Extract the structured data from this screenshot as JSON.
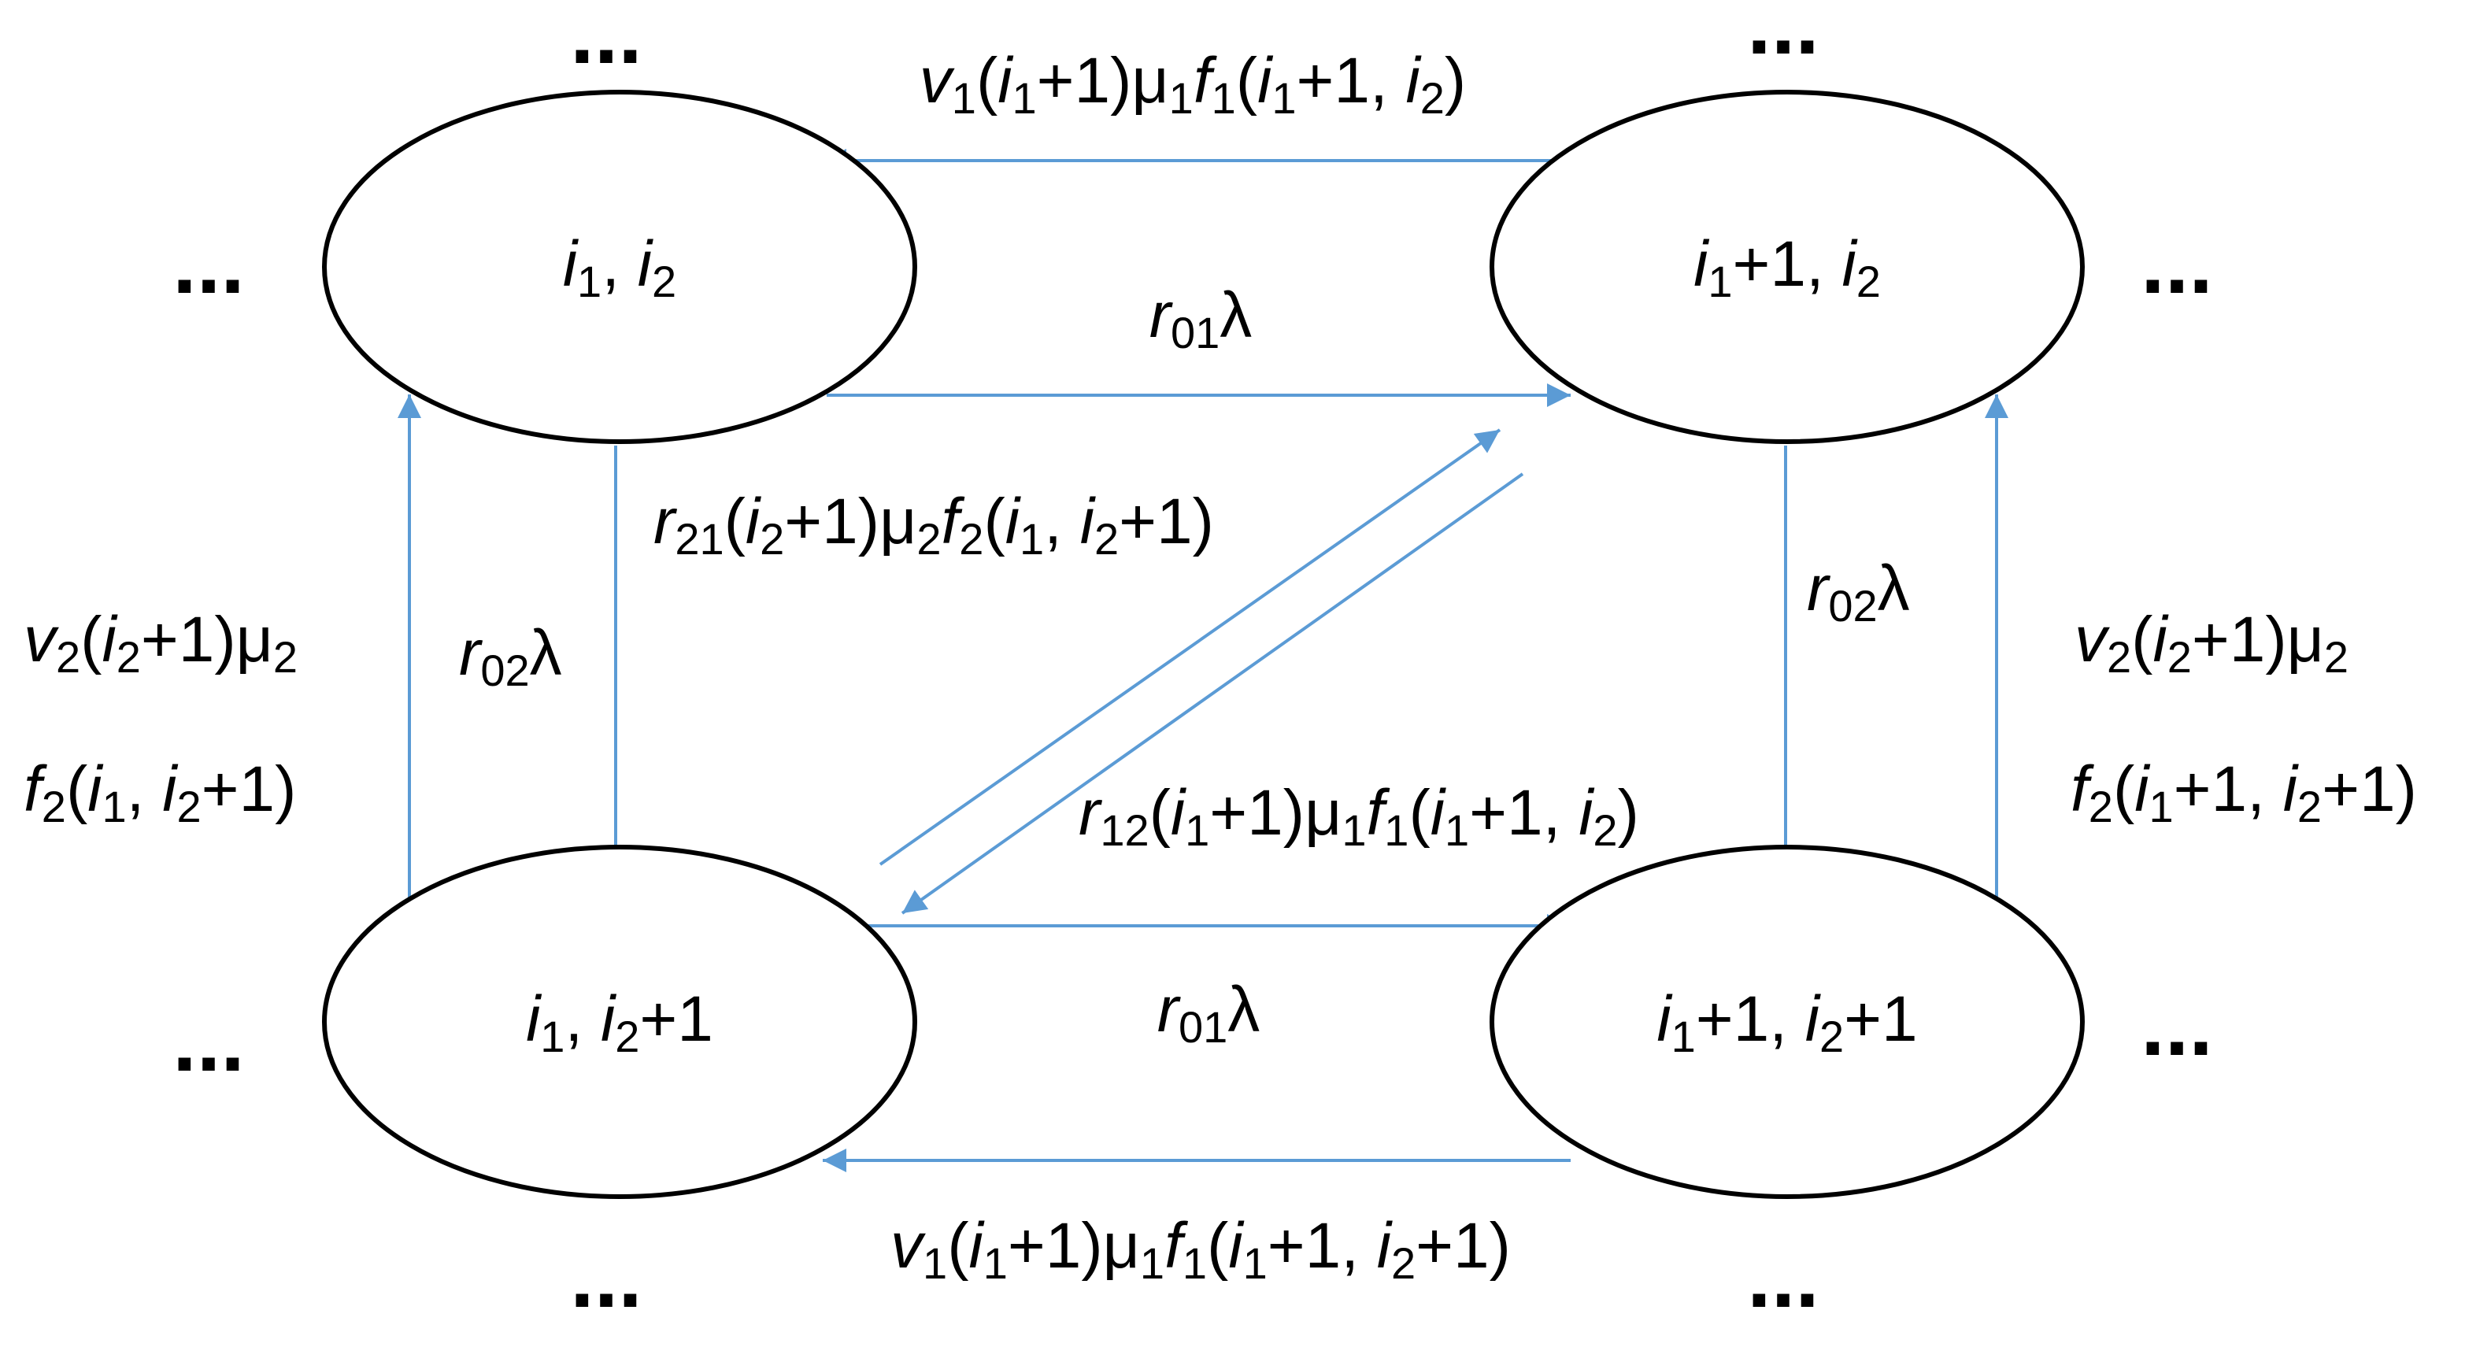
{
  "colors": {
    "edge": "#5b9bd5",
    "node_stroke": "#000000",
    "text": "#000000"
  },
  "nodes": [
    {
      "id": "n00",
      "text": [
        [
          "i",
          "it"
        ],
        [
          "1",
          "sub"
        ],
        [
          ", ",
          ""
        ],
        [
          "i",
          "it"
        ],
        [
          "2",
          "sub"
        ]
      ]
    },
    {
      "id": "n10",
      "text": [
        [
          "i",
          "it"
        ],
        [
          "1",
          "sub"
        ],
        [
          "+1, ",
          ""
        ],
        [
          "i",
          "it"
        ],
        [
          "2",
          "sub"
        ]
      ]
    },
    {
      "id": "n01",
      "text": [
        [
          "i",
          "it"
        ],
        [
          "1",
          "sub"
        ],
        [
          ", ",
          ""
        ],
        [
          "i",
          "it"
        ],
        [
          "2",
          "sub"
        ],
        [
          "+1",
          ""
        ]
      ]
    },
    {
      "id": "n11",
      "text": [
        [
          "i",
          "it"
        ],
        [
          "1",
          "sub"
        ],
        [
          "+1, ",
          ""
        ],
        [
          "i",
          "it"
        ],
        [
          "2",
          "sub"
        ],
        [
          "+1",
          ""
        ]
      ]
    }
  ],
  "edge_labels": {
    "top": [
      [
        "v",
        "it"
      ],
      [
        "1",
        "sub"
      ],
      [
        "(",
        ""
      ],
      [
        "i",
        "it"
      ],
      [
        "1",
        "sub"
      ],
      [
        "+1)μ",
        ""
      ],
      [
        "1",
        "sub"
      ],
      [
        "f",
        "it"
      ],
      [
        "1",
        "sub"
      ],
      [
        "(",
        ""
      ],
      [
        "i",
        "it"
      ],
      [
        "1",
        "sub"
      ],
      [
        "+1, ",
        ""
      ],
      [
        "i",
        "it"
      ],
      [
        "2",
        "sub"
      ],
      [
        ")",
        ""
      ]
    ],
    "r01_top": [
      [
        "r",
        "it"
      ],
      [
        "01",
        "sub"
      ],
      [
        "λ",
        ""
      ]
    ],
    "r21": [
      [
        "r",
        "it"
      ],
      [
        "21",
        "sub"
      ],
      [
        "(",
        ""
      ],
      [
        "i",
        "it"
      ],
      [
        "2",
        "sub"
      ],
      [
        "+1)μ",
        ""
      ],
      [
        "2",
        "sub"
      ],
      [
        "f",
        "it"
      ],
      [
        "2",
        "sub"
      ],
      [
        "(",
        ""
      ],
      [
        "i",
        "it"
      ],
      [
        "1",
        "sub"
      ],
      [
        ", ",
        ""
      ],
      [
        "i",
        "it"
      ],
      [
        "2",
        "sub"
      ],
      [
        "+1)",
        ""
      ]
    ],
    "r02_left": [
      [
        "r",
        "it"
      ],
      [
        "02",
        "sub"
      ],
      [
        "λ",
        ""
      ]
    ],
    "r02_right": [
      [
        "r",
        "it"
      ],
      [
        "02",
        "sub"
      ],
      [
        "λ",
        ""
      ]
    ],
    "left_line1": [
      [
        "v",
        "it"
      ],
      [
        "2",
        "sub"
      ],
      [
        "(",
        ""
      ],
      [
        "i",
        "it"
      ],
      [
        "2",
        "sub"
      ],
      [
        "+1)μ",
        ""
      ],
      [
        "2",
        "sub"
      ]
    ],
    "left_line2": [
      [
        "f",
        "it"
      ],
      [
        "2",
        "sub"
      ],
      [
        "(",
        ""
      ],
      [
        "i",
        "it"
      ],
      [
        "1",
        "sub"
      ],
      [
        ", ",
        ""
      ],
      [
        "i",
        "it"
      ],
      [
        "2",
        "sub"
      ],
      [
        "+1)",
        ""
      ]
    ],
    "right_line1": [
      [
        "v",
        "it"
      ],
      [
        "2",
        "sub"
      ],
      [
        "(",
        ""
      ],
      [
        "i",
        "it"
      ],
      [
        "2",
        "sub"
      ],
      [
        "+1)μ",
        ""
      ],
      [
        "2",
        "sub"
      ]
    ],
    "right_line2": [
      [
        "f",
        "it"
      ],
      [
        "2",
        "sub"
      ],
      [
        "(",
        ""
      ],
      [
        "i",
        "it"
      ],
      [
        "1",
        "sub"
      ],
      [
        "+1, ",
        ""
      ],
      [
        "i",
        "it"
      ],
      [
        "2",
        "sub"
      ],
      [
        "+1)",
        ""
      ]
    ],
    "r12": [
      [
        "r",
        "it"
      ],
      [
        "12",
        "sub"
      ],
      [
        "(",
        ""
      ],
      [
        "i",
        "it"
      ],
      [
        "1",
        "sub"
      ],
      [
        "+1)μ",
        ""
      ],
      [
        "1",
        "sub"
      ],
      [
        "f",
        "it"
      ],
      [
        "1",
        "sub"
      ],
      [
        "(",
        ""
      ],
      [
        "i",
        "it"
      ],
      [
        "1",
        "sub"
      ],
      [
        "+1, ",
        ""
      ],
      [
        "i",
        "it"
      ],
      [
        "2",
        "sub"
      ],
      [
        ")",
        ""
      ]
    ],
    "r01_bottom": [
      [
        "r",
        "it"
      ],
      [
        "01",
        "sub"
      ],
      [
        "λ",
        ""
      ]
    ],
    "bottom": [
      [
        "v",
        "it"
      ],
      [
        "1",
        "sub"
      ],
      [
        "(",
        ""
      ],
      [
        "i",
        "it"
      ],
      [
        "1",
        "sub"
      ],
      [
        "+1)μ",
        ""
      ],
      [
        "1",
        "sub"
      ],
      [
        "f",
        "it"
      ],
      [
        "1",
        "sub"
      ],
      [
        "(",
        ""
      ],
      [
        "i",
        "it"
      ],
      [
        "1",
        "sub"
      ],
      [
        "+1, ",
        ""
      ],
      [
        "i",
        "it"
      ],
      [
        "2",
        "sub"
      ],
      [
        "+1)",
        ""
      ]
    ]
  },
  "ellipsis": "..."
}
